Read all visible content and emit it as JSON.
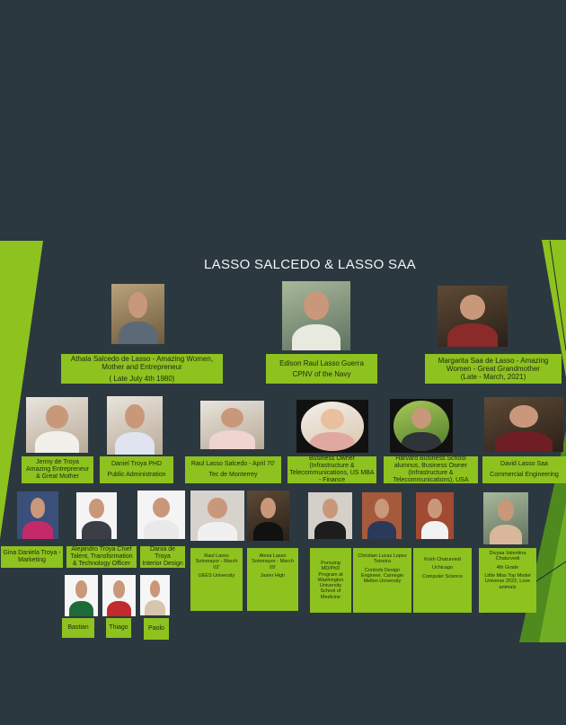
{
  "title": "LASSO SALCEDO & LASSO SAA",
  "colors": {
    "background": "#2c3840",
    "accent_green": "#8ec21f",
    "title_text": "#f2f4f5"
  },
  "people": [
    {
      "lines": [
        "Athala Salcedo de Lasso - Amazing Women, Mother and Entrepreneur",
        "( Late July 4th 1980)"
      ]
    },
    {
      "lines": [
        "Edison Raul Lasso Guerra",
        "CPNV of the Navy"
      ]
    },
    {
      "lines": [
        "Margarita Saa de Lasso - Amazing Women - Great Grandmother",
        "(Late - March, 2021)"
      ]
    },
    {
      "lines": [
        "Jenny de Troya Amazing Entrepreneur & Great Mother"
      ]
    },
    {
      "lines": [
        "Daniel Troya PHD",
        "Public Administration"
      ]
    },
    {
      "lines": [
        "Raul Lasso Salcedo - April 70'",
        "Tec de Monterrey"
      ]
    },
    {
      "lines": [
        "Business Owner (Infrastructure & Telecommunications, US MBA - Finance"
      ]
    },
    {
      "lines": [
        "Harvard Business School alumnus, Business Owner (Infrastructure & Telecommunications), USA"
      ]
    },
    {
      "lines": [
        "David Lasso Saa",
        "Commercial Engineering"
      ]
    },
    {
      "lines": [
        "Gina Daniela Troya - Marketing"
      ]
    },
    {
      "lines": [
        "Alejandro Troya Chief Talent, Transformation & Technology Officer"
      ]
    },
    {
      "lines": [
        "Dania de Troya",
        "Interior Design"
      ]
    },
    {
      "lines": [
        "Raul Lasso Sotomayor - March 02'",
        "UEES University"
      ]
    },
    {
      "lines": [
        "Alexa Lasso Sotomayor - March 09'",
        "Javier High"
      ]
    },
    {
      "lines": [
        "Pursuing MD/PhD Program at Washington University School of Medicine"
      ]
    },
    {
      "lines": [
        "Christian Lucas Lopez Teixeira",
        "Controls Design Engineer, Carnegie Mellon University"
      ]
    },
    {
      "lines": [
        "Krish Chaturvedi",
        "Uchicago",
        "Computer Science"
      ]
    },
    {
      "lines": [
        "Divyaa Valentina Chaturvedi",
        "4th Grade",
        "Little Miss Top Model Universe 2022, Love animals"
      ]
    },
    {
      "lines": [
        "Bastian"
      ]
    },
    {
      "lines": [
        "Thiago"
      ]
    },
    {
      "lines": [
        "Paolo"
      ]
    }
  ]
}
